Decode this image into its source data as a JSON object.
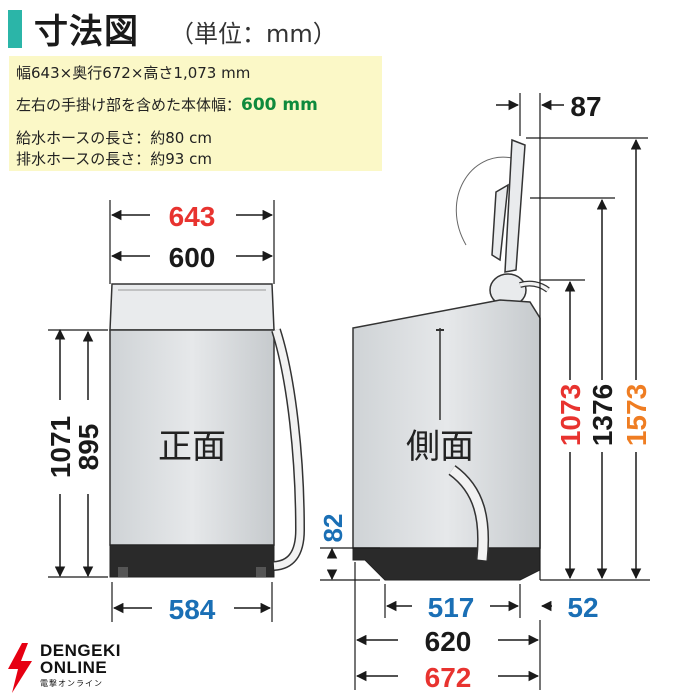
{
  "header": {
    "title": "寸法図",
    "unit": "（単位：mm）"
  },
  "specs": {
    "line1": "幅643×奥行672×高さ1,073 mm",
    "line2_prefix": "左右の手掛け部を含めた本体幅：",
    "line2_value": "600 mm",
    "line3": "給水ホースの長さ：約80 cm",
    "line4": "排水ホースの長さ：約93 cm"
  },
  "front_view": {
    "label": "正面",
    "width_total": "643",
    "width_body": "600",
    "height_total": "1071",
    "height_body": "895",
    "base_width": "584"
  },
  "side_view": {
    "label": "側面",
    "lid_clearance": "87",
    "base_height": "82",
    "base_depth": "517",
    "rear_offset": "52",
    "depth_body": "620",
    "depth_total": "672",
    "height_total": "1073",
    "height_lid_mid": "1376",
    "height_lid_open": "1573"
  },
  "colors": {
    "red": "#e8332f",
    "blue": "#1a6fb5",
    "orange": "#ef7d22",
    "dark": "#1a1a1a",
    "accent": "#2bb5a8",
    "highlight_bg": "#fbf8c7",
    "highlight_green": "#0e8a3c"
  },
  "logo": {
    "line1": "DENGEKI",
    "line2": "ONLINE",
    "line3": "電撃オンライン"
  }
}
